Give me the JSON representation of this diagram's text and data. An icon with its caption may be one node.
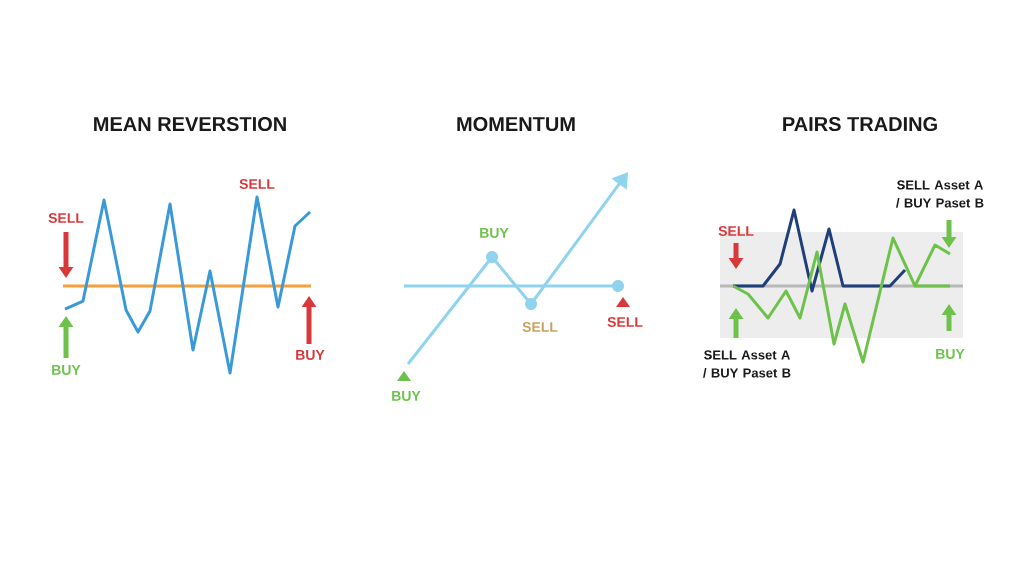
{
  "diagram": {
    "labels": [
      "MEAN REVERSTION",
      "MOMENTUM",
      "PAIRS TRADING",
      "SELL",
      "SELL",
      "BUY",
      "BUY",
      "BUY",
      "SELL",
      "SELL",
      "BUY",
      "SELL Asset A / BUY Paset B",
      "SELL",
      "SELL Asset A / BUY Paset B",
      "BUY"
    ]
  }
}
